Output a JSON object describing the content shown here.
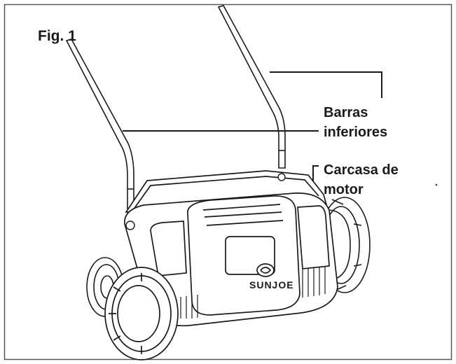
{
  "figure": {
    "title": "Fig. 1",
    "callouts": {
      "lower_bars_line1": "Barras",
      "lower_bars_line2": "inferiores",
      "motor_housing_line1": "Carcasa de",
      "motor_housing_line2": "motor"
    },
    "brand": "SUNJOE"
  },
  "colors": {
    "line": "#1a1a1a",
    "frame": "#555555",
    "background": "#ffffff"
  }
}
